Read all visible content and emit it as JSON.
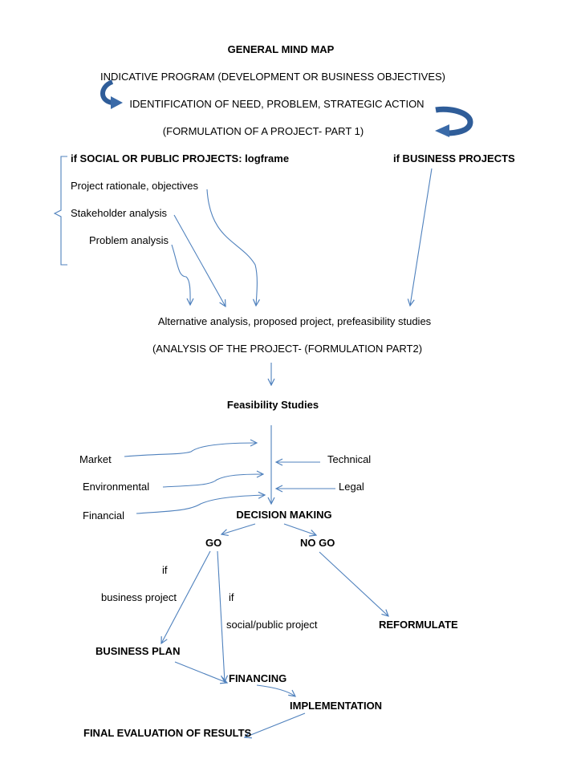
{
  "title": "GENERAL MIND MAP",
  "header": {
    "line1": "INDICATIVE PROGRAM (DEVELOPMENT OR BUSINESS OBJECTIVES)",
    "line2": "IDENTIFICATION OF NEED, PROBLEM, STRATEGIC ACTION",
    "line3": "(FORMULATION OF A PROJECT- PART 1)"
  },
  "left_branch": {
    "heading": "if SOCIAL OR PUBLIC PROJECTS: logframe",
    "items": [
      "Project rationale, objectives",
      "Stakeholder analysis",
      "Problem analysis"
    ]
  },
  "right_branch": {
    "heading": "if  BUSINESS PROJECTS"
  },
  "analysis": {
    "line1": "Alternative analysis, proposed project, prefeasibility studies",
    "line2": "(ANALYSIS OF THE PROJECT- (FORMULATION PART2)"
  },
  "feasibility": {
    "title": "Feasibility  Studies",
    "left_inputs": [
      "Market",
      "Environmental",
      "Financial"
    ],
    "right_inputs": [
      "Technical",
      "Legal"
    ]
  },
  "decision": {
    "title": "DECISION MAKING",
    "go": "GO",
    "no_go": "NO GO",
    "if_business_1": "if",
    "if_business_2": "business project",
    "if_social_1": "if",
    "if_social_2": "social/public project",
    "reformulate": "REFORMULATE"
  },
  "outcomes": {
    "business_plan": "BUSINESS PLAN",
    "financing": "FINANCING",
    "implementation": "IMPLEMENTATION",
    "final": "FINAL EVALUATION OF RESULTS"
  },
  "colors": {
    "line": "#4f81bd",
    "curved_arrow": "#3a6aa8",
    "text": "#000000"
  }
}
